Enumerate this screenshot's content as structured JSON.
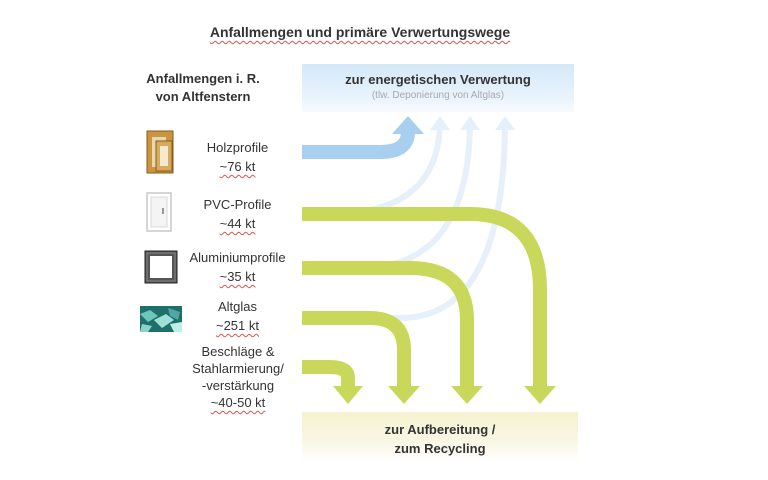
{
  "title": "Anfallmengen und primäre Verwertungswege",
  "left_heading": {
    "line1": "Anfallmengen i. R.",
    "line2": "von Altfenstern"
  },
  "materials": [
    {
      "name": "Holzprofile",
      "amount": "~76 kt",
      "icon": "wood-window-icon"
    },
    {
      "name": "PVC-Profile",
      "amount": "~44 kt",
      "icon": "pvc-window-icon"
    },
    {
      "name": "Aluminiumprofile",
      "amount": "~35 kt",
      "icon": "aluminium-frame-icon"
    },
    {
      "name": "Altglas",
      "amount": "~251 kt",
      "icon": "glass-cullet-icon"
    },
    {
      "name_lines": [
        "Beschläge &",
        "Stahlarmierung/",
        "-verstärkung"
      ],
      "amount": "~40-50 kt"
    }
  ],
  "targets": {
    "energy": {
      "title": "zur energetischen Verwertung",
      "subtitle": "(tlw. Deponierung von Altglas)"
    },
    "recycling": {
      "line1": "zur Aufbereitung /",
      "line2": "zum Recycling"
    }
  },
  "colors": {
    "energy_arrow": "#a9cff0",
    "energy_arrow_light": "#e4eff9",
    "recycling_arrow": "#c9d85a"
  }
}
